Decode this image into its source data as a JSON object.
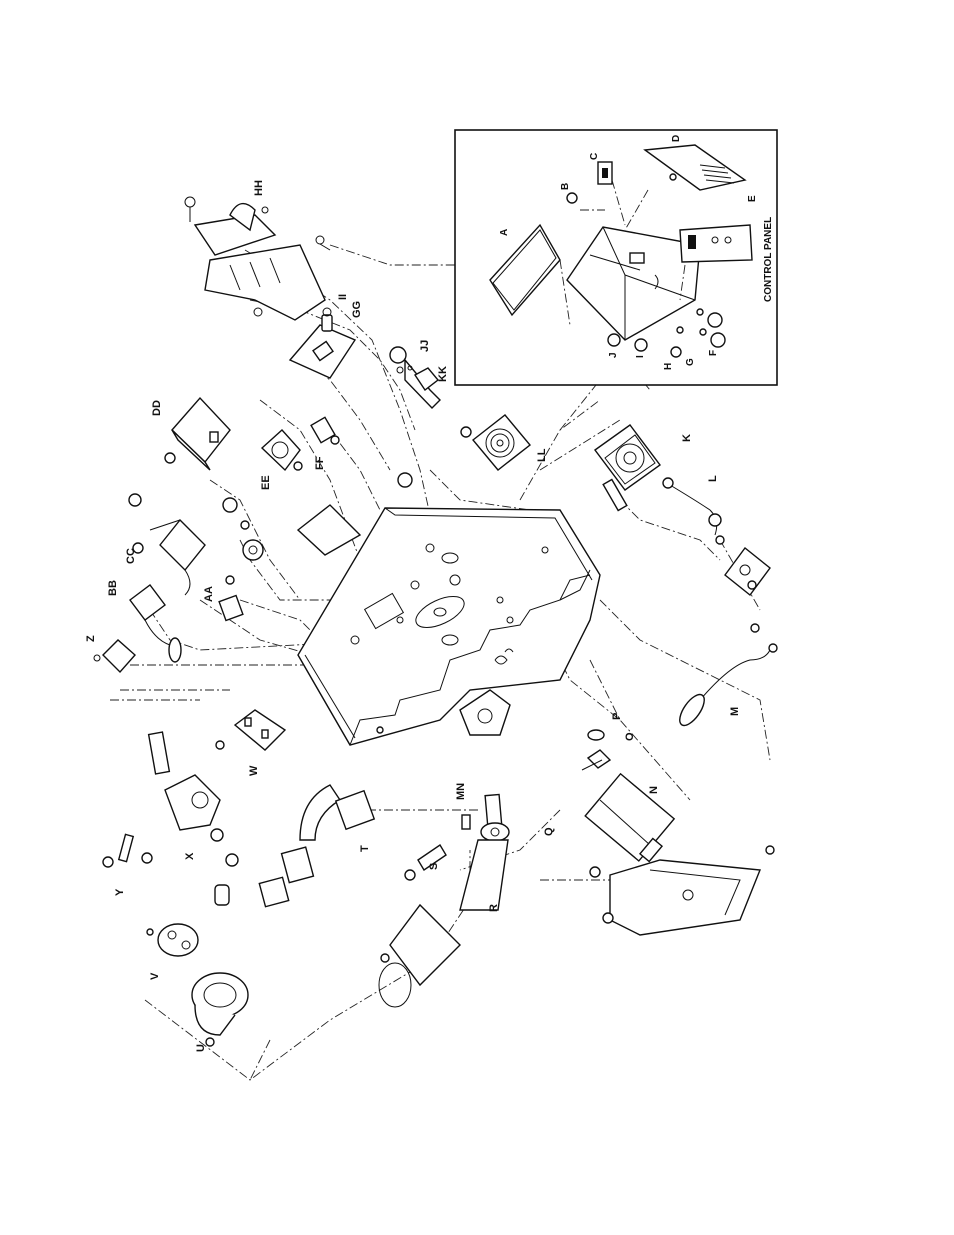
{
  "callouts": {
    "hh": "HH",
    "ii": "II",
    "gg": "GG",
    "jj": "JJ",
    "kk": "KK",
    "dd": "DD",
    "ee": "EE",
    "ff": "FF",
    "ll": "LL",
    "k": "K",
    "l": "L",
    "cc": "CC",
    "bb": "BB",
    "aa": "AA",
    "z": "Z",
    "w": "W",
    "m": "M",
    "p": "P",
    "o": "O",
    "n": "N",
    "mn": "MN",
    "q": "Q",
    "t": "T",
    "x": "X",
    "y": "Y",
    "s": "S",
    "r": "R",
    "v": "V",
    "u": "U"
  },
  "inset": {
    "title": "CONTROL PANEL",
    "labels": {
      "a": "A",
      "b": "B",
      "c": "C",
      "d": "D",
      "e": "E",
      "f": "F",
      "g": "G",
      "h": "H",
      "i": "I",
      "j": "J"
    }
  }
}
